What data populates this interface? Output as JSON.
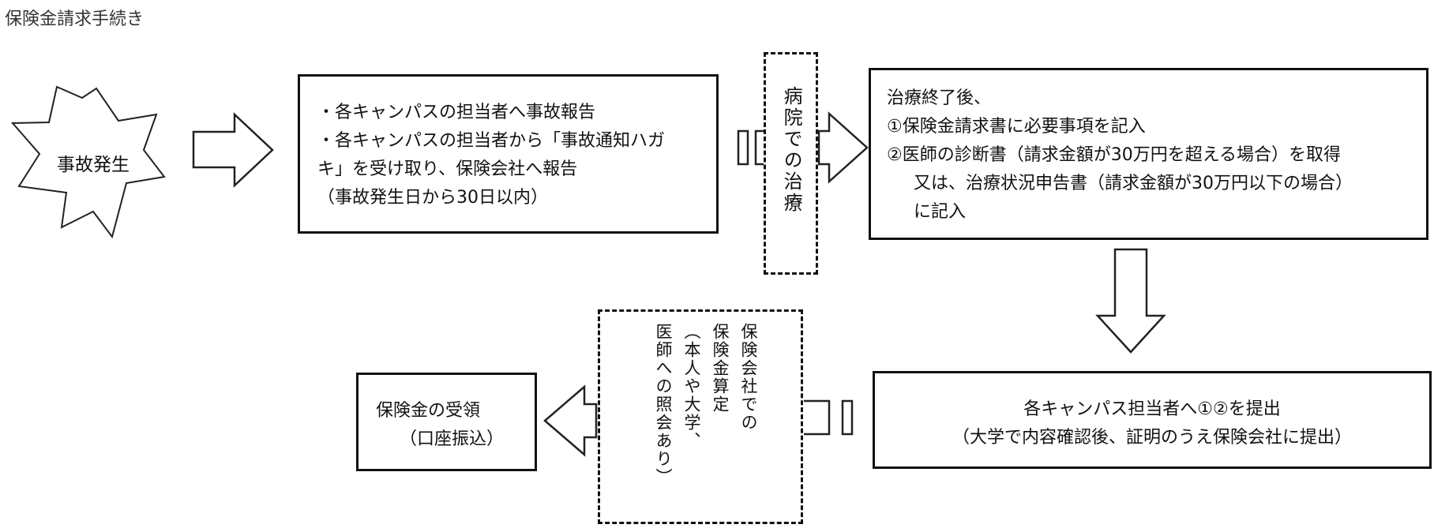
{
  "title": "保険金請求手続き",
  "start_node": {
    "label": "事故発生"
  },
  "report_box": {
    "lines": [
      "・各キャンパスの担当者へ事故報告",
      "・各キャンパスの担当者から「事故通知ハガ",
      "キ」を受け取り、保険会社へ報告",
      "（事故発生日から30日以内）"
    ]
  },
  "hospital_box": {
    "label": "病院での治療"
  },
  "after_treatment_box": {
    "lines": [
      "治療終了後、",
      "①保険金請求書に必要事項を記入",
      "②医師の診断書（請求金額が30万円を超える場合）を取得",
      "又は、治療状況申告書（請求金額が30万円以下の場合）",
      "に記入"
    ]
  },
  "submit_box": {
    "lines": [
      "各キャンパス担当者へ①②を提出",
      "（大学で内容確認後、証明のうえ保険会社に提出）"
    ]
  },
  "calc_box": {
    "columns": [
      "保険会社での",
      "保険金算定",
      "（本人や大学、",
      "医師への照会あり）"
    ]
  },
  "receipt_box": {
    "lines": [
      "保険金の受領",
      "（口座振込）"
    ]
  }
}
